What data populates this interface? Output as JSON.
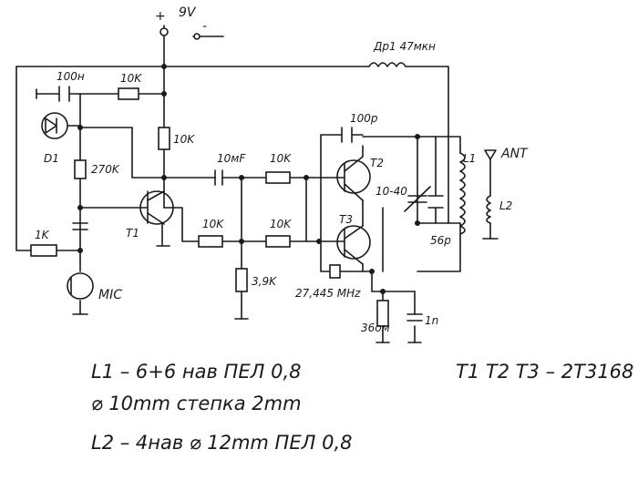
{
  "power": {
    "voltage": "9V",
    "plus": "+",
    "minus": "-"
  },
  "components": {
    "choke": "Др1  47мкн",
    "c_top": "100н",
    "r_top": "10K",
    "d1": "D1",
    "r_270k": "270K",
    "r_10k_mid": "10K",
    "c_10uf": "10мF",
    "r_10k_t2": "10K",
    "r_10k_left": "10K",
    "r_10k_t3": "10K",
    "r_1k": "1K",
    "t1": "T1",
    "t2": "T2",
    "t3": "T3",
    "mic": "MIC",
    "r_39k": "3,9K",
    "crystal": "27,445 MHz",
    "c_100p": "100p",
    "trimmer": "10-40",
    "c_56p": "56p",
    "l1": "L1",
    "l2": "L2",
    "ant": "ANT",
    "r_36": "36ом",
    "c_1n": "1n"
  },
  "notes": {
    "line1": "L1 – 6+6 нав ПЕЛ 0,8",
    "line2": "⌀ 10mm степка 2mm",
    "line3": "L2 – 4нав ⌀ 12mm ПЕЛ 0,8",
    "transistors": "T1 T2 T3 – 2T3168"
  }
}
